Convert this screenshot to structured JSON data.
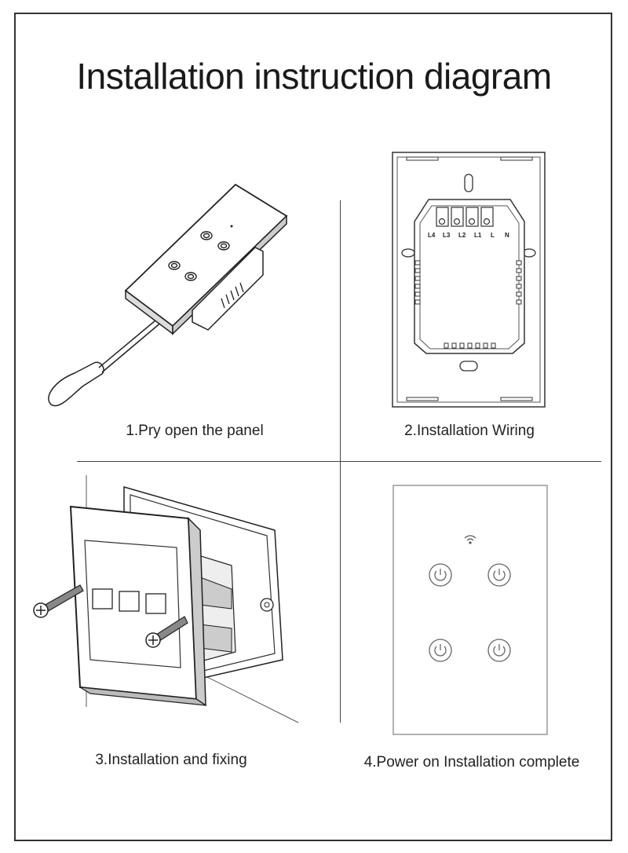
{
  "title": "Installation instruction diagram",
  "steps": [
    {
      "caption": "1.Pry open the panel"
    },
    {
      "caption": "2.Installation Wiring"
    },
    {
      "caption": "3.Installation and fixing"
    },
    {
      "caption": "4.Power on Installation complete"
    }
  ],
  "terminals": [
    "L4",
    "L3",
    "L2",
    "L1",
    "L",
    "N"
  ]
}
